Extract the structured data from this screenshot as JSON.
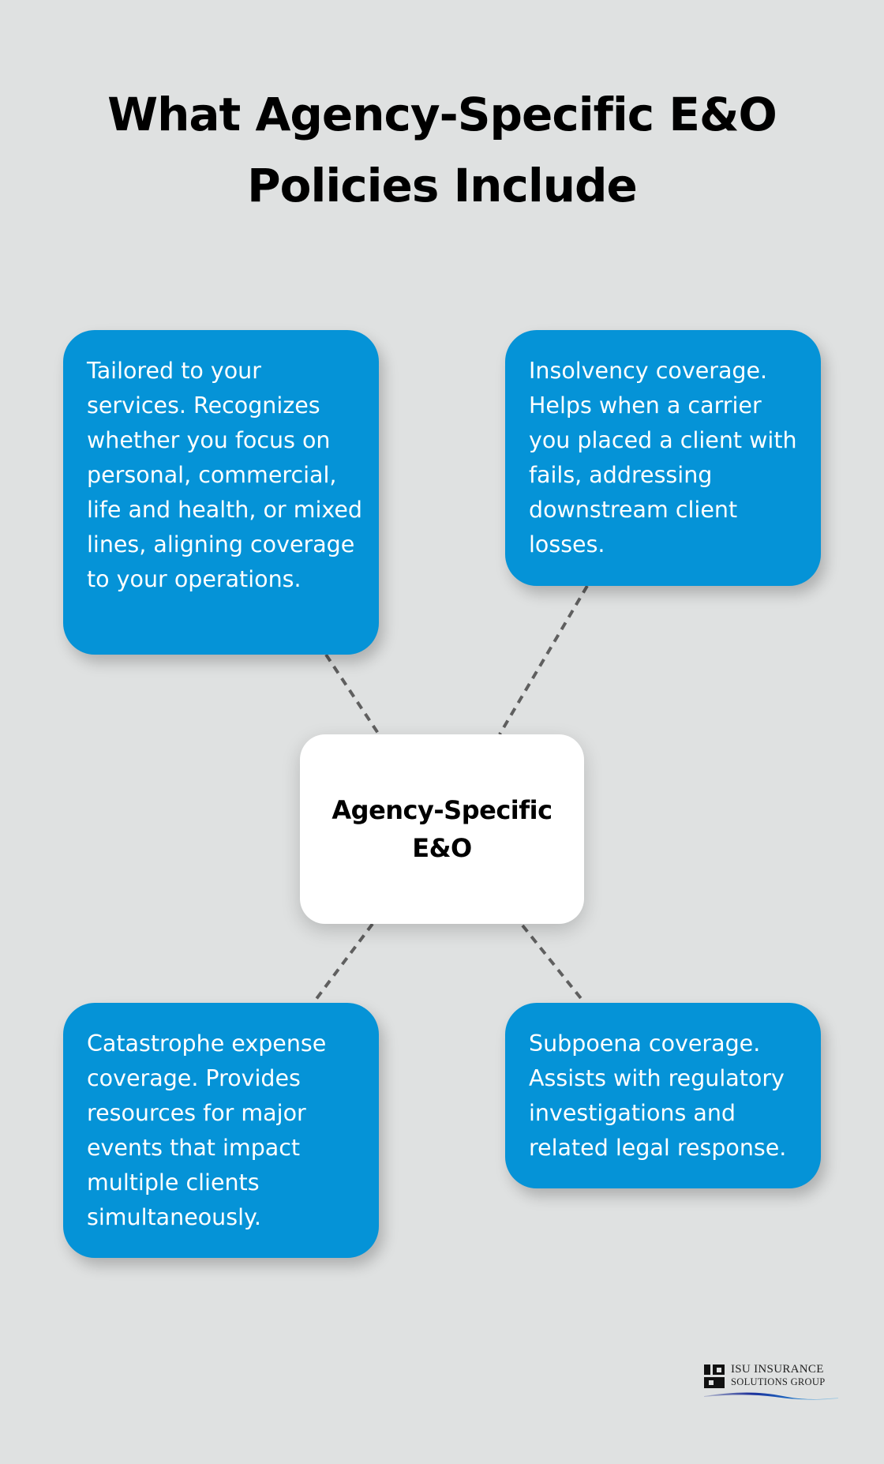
{
  "title": {
    "line1": "What Agency-Specific E&O",
    "line2": "Policies Include"
  },
  "center_node": {
    "label": "Agency-Specific E&O"
  },
  "cards": [
    {
      "id": "top-left",
      "text": "Tailored to your services. Recognizes whether you focus on personal, commercial, life and health, or mixed lines, aligning coverage to your operations."
    },
    {
      "id": "top-right",
      "text": "Insolvency coverage. Helps when a carrier you placed a client with fails, addressing downstream client losses."
    },
    {
      "id": "bottom-left",
      "text": "Catastrophe expense coverage. Provides resources for major events that impact multiple clients simultaneously."
    },
    {
      "id": "bottom-right",
      "text": "Subpoena coverage. Assists with regulatory investigations and related legal response."
    }
  ],
  "logo": {
    "line1": "ISU INSURANCE",
    "line2": "SOLUTIONS GROUP"
  },
  "colors": {
    "background": "#dfe1e1",
    "card": "#0593d7",
    "center": "#ffffff",
    "connector": "#5f5f5f"
  }
}
